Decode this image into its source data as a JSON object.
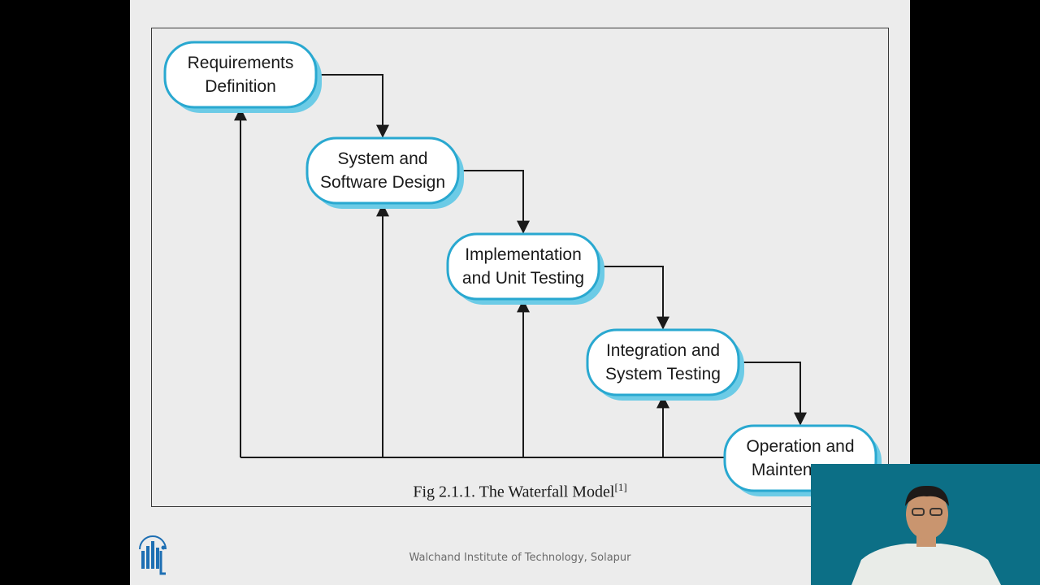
{
  "diagram": {
    "nodes": [
      {
        "id": "requirements",
        "lines": [
          "Requirements",
          "Definition"
        ]
      },
      {
        "id": "design",
        "lines": [
          "System and",
          "Software Design"
        ]
      },
      {
        "id": "implementation",
        "lines": [
          "Implementation",
          "and Unit Testing"
        ]
      },
      {
        "id": "integration",
        "lines": [
          "Integration and",
          "System Testing"
        ]
      },
      {
        "id": "operation",
        "lines": [
          "Operation and",
          "Maintenance"
        ]
      }
    ],
    "edges": [
      {
        "from": "requirements",
        "to": "design",
        "kind": "forward"
      },
      {
        "from": "design",
        "to": "implementation",
        "kind": "forward"
      },
      {
        "from": "implementation",
        "to": "integration",
        "kind": "forward"
      },
      {
        "from": "integration",
        "to": "operation",
        "kind": "forward"
      },
      {
        "from": "operation",
        "to": "requirements",
        "kind": "feedback"
      },
      {
        "from": "operation",
        "to": "design",
        "kind": "feedback"
      },
      {
        "from": "operation",
        "to": "implementation",
        "kind": "feedback"
      },
      {
        "from": "operation",
        "to": "integration",
        "kind": "feedback"
      }
    ],
    "colors": {
      "node_border": "#29a8d0",
      "node_shadow": "#6ccbe6",
      "node_fill": "#ffffff",
      "line": "#1a1a1a"
    }
  },
  "caption": {
    "text": "Fig 2.1.1.  The Waterfall Model",
    "reference": "[1]"
  },
  "footer": {
    "institution": "Walchand Institute of Technology, Solapur"
  },
  "logo": {
    "icon": "walchand-logo-icon"
  },
  "webcam": {
    "description_icon": "presenter-video-icon"
  }
}
